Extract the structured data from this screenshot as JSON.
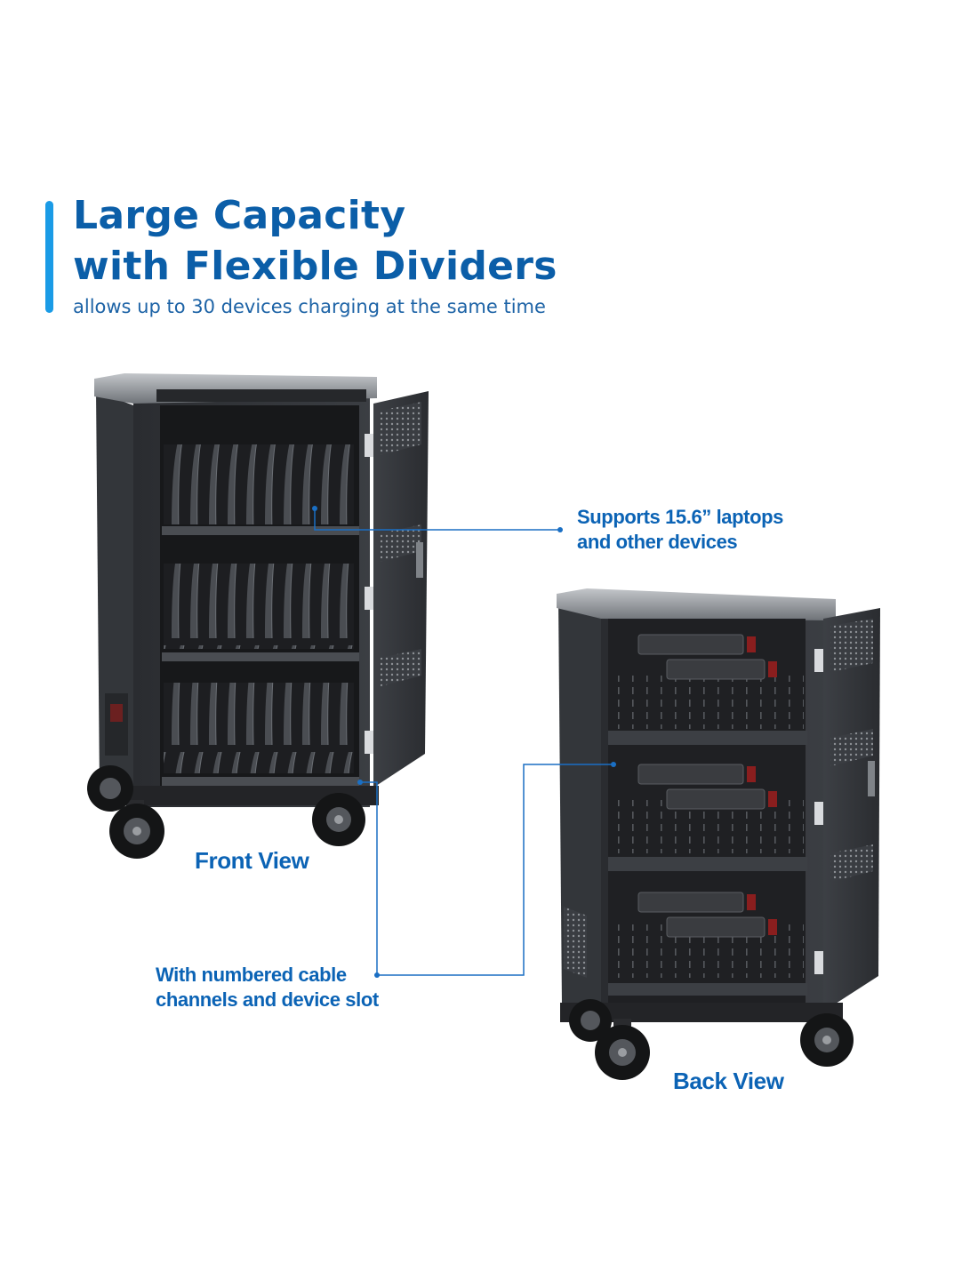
{
  "header": {
    "title_line1": "Large Capacity",
    "title_line2": "with Flexible Dividers",
    "subtitle": "allows up to 30 devices charging at the same time"
  },
  "callouts": {
    "supports_line1": "Supports 15.6” laptops",
    "supports_line2": "and other devices",
    "cable_line1": "With numbered cable",
    "cable_line2": "channels and device slot"
  },
  "views": {
    "front": "Front View",
    "back": "Back View"
  },
  "colors": {
    "accent": "#1a9be6",
    "title": "#0b5ea8",
    "label": "#0b63b5",
    "cart_body": "#2e3034",
    "cart_trim": "#8a8e94"
  }
}
